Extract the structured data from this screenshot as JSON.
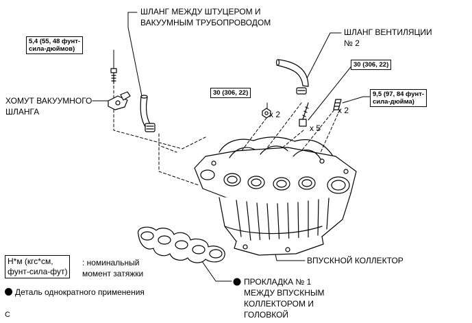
{
  "labels": {
    "hose_fitting_line1": "ШЛАНГ МЕЖДУ ШТУЦЕРОМ И",
    "hose_fitting_line2": "ВАКУУМНЫМ ТРУБОПРОВОДОМ",
    "vent_hose_line1": "ШЛАНГ ВЕНТИЛЯЦИИ",
    "vent_hose_line2": "№ 2",
    "clamp_line1": "ХОМУТ ВАКУУМНОГО",
    "clamp_line2": "ШЛАНГА",
    "intake_manifold": "ВПУСКНОЙ КОЛЛЕКТОР",
    "gasket_line1": "ПРОКЛАДКА № 1",
    "gasket_line2": "МЕЖДУ ВПУСКНЫМ",
    "gasket_line3": "КОЛЛЕКТОРОМ И",
    "gasket_line4": "ГОЛОВКОЙ",
    "qty_nuts": "x 2",
    "qty_bolts": "x 5",
    "qty_studs": "x 2",
    "corner_mark": "C"
  },
  "torques": {
    "clamp_bolt_line1": "5,4 (55, 48 фунт-",
    "clamp_bolt_line2": "сила-дюймов)",
    "nuts": "30 (306, 22)",
    "bolts": "30 (306, 22)",
    "studs_line1": "9,5 (97, 84 фунт-",
    "studs_line2": "сила-дюйма)"
  },
  "legend": {
    "unit_line1": "Н*м (кгс*см,",
    "unit_line2": "фунт-сила-фут)",
    "unit_desc_line1": ": номинальный",
    "unit_desc_line2": "момент затяжки",
    "single_use": "Деталь однократного применения"
  }
}
